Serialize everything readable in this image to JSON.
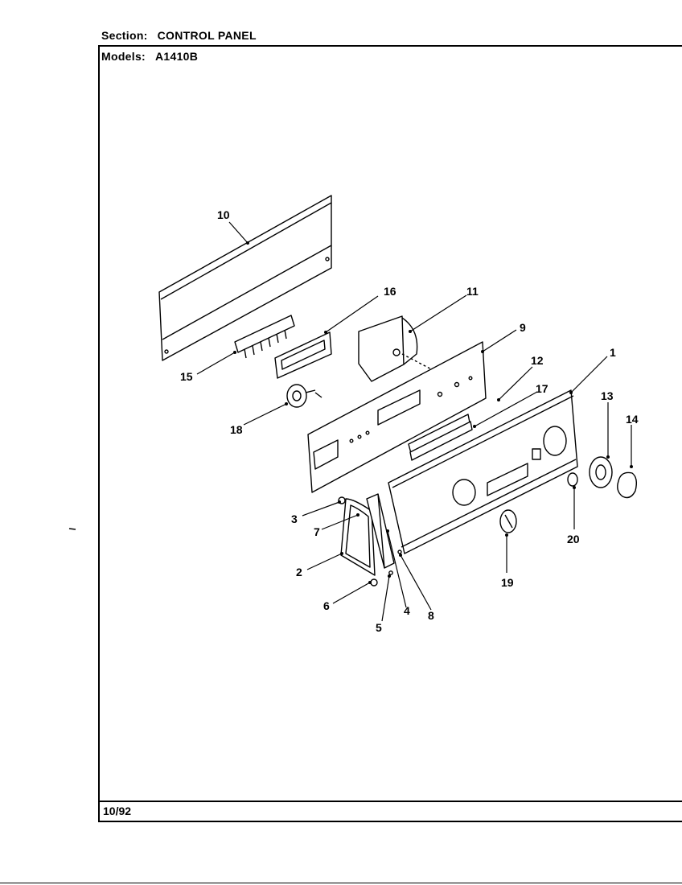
{
  "header": {
    "section_label": "Section:",
    "section_value": "CONTROL PANEL",
    "models_label": "Models:",
    "models_value": "A1410B"
  },
  "footer": {
    "date": "10/92"
  },
  "callouts": {
    "c1": "1",
    "c2": "2",
    "c3": "3",
    "c4": "4",
    "c5": "5",
    "c6": "6",
    "c7": "7",
    "c8": "8",
    "c9": "9",
    "c10": "10",
    "c11": "11",
    "c12": "12",
    "c13": "13",
    "c14": "14",
    "c15": "15",
    "c16": "16",
    "c17": "17",
    "c18": "18",
    "c19": "19",
    "c20": "20"
  }
}
